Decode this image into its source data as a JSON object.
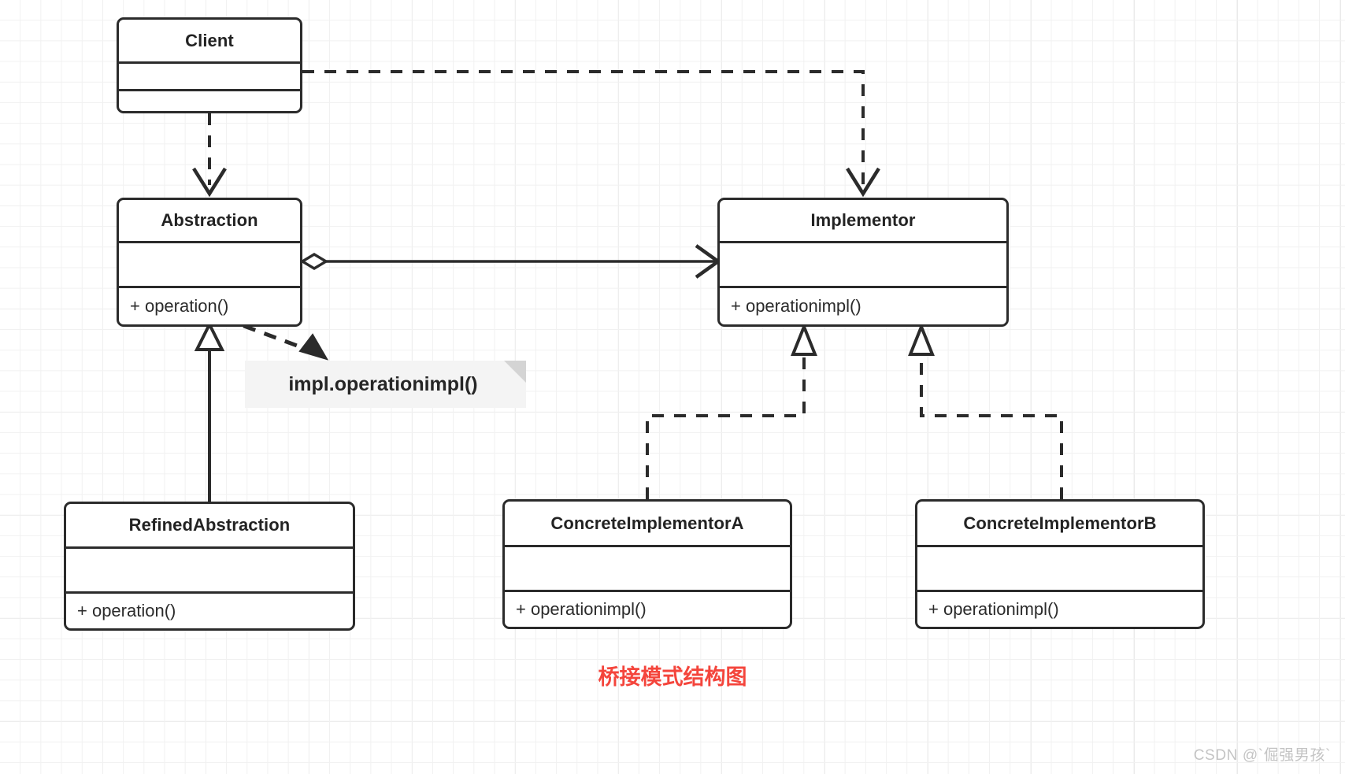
{
  "diagram": {
    "title_caption": "桥接模式结构图",
    "watermark": "CSDN @`倔强男孩`",
    "accent_color": "#f4453c",
    "line_color": "#2b2b2b",
    "note_fill": "#f4f4f4",
    "classes": [
      {
        "id": "client",
        "name": "Client",
        "attributes": "",
        "operations": ""
      },
      {
        "id": "abstraction",
        "name": "Abstraction",
        "attributes": "",
        "operations": "+ operation()"
      },
      {
        "id": "implementor",
        "name": "Implementor",
        "attributes": "",
        "operations": "+ operationimpl()"
      },
      {
        "id": "refined_abstraction",
        "name": "RefinedAbstraction",
        "attributes": "",
        "operations": "+ operation()"
      },
      {
        "id": "concrete_implementor_a",
        "name": "ConcreteImplementorA",
        "attributes": "",
        "operations": "+ operationimpl()"
      },
      {
        "id": "concrete_implementor_b",
        "name": "ConcreteImplementorB",
        "attributes": "",
        "operations": "+ operationimpl()"
      }
    ],
    "note": {
      "text": "impl.operationimpl()"
    },
    "relationships": [
      {
        "from": "Client",
        "to": "Abstraction",
        "type": "dependency",
        "style": "dashed",
        "arrow": "open"
      },
      {
        "from": "Client",
        "to": "Implementor",
        "type": "dependency",
        "style": "dashed",
        "arrow": "open"
      },
      {
        "from": "Abstraction",
        "to": "Implementor",
        "type": "aggregation",
        "style": "solid",
        "arrow": "open-diamond-source"
      },
      {
        "from": "RefinedAbstraction",
        "to": "Abstraction",
        "type": "generalization",
        "style": "solid",
        "arrow": "hollow-triangle"
      },
      {
        "from": "ConcreteImplementorA",
        "to": "Implementor",
        "type": "realization",
        "style": "dashed",
        "arrow": "hollow-triangle"
      },
      {
        "from": "ConcreteImplementorB",
        "to": "Implementor",
        "type": "realization",
        "style": "dashed",
        "arrow": "hollow-triangle"
      },
      {
        "from": "Abstraction.operation()",
        "to": "note",
        "type": "note-anchor",
        "style": "dashed",
        "arrow": "filled"
      }
    ]
  }
}
